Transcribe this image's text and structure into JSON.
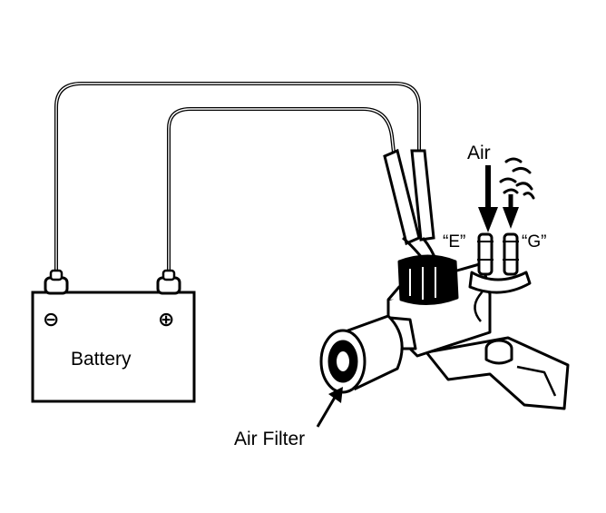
{
  "labels": {
    "battery": "Battery",
    "air_filter": "Air Filter",
    "air": "Air",
    "terminal_e": "“E”",
    "terminal_g": "“G”",
    "negative": "⊖",
    "positive": "⊕"
  },
  "colors": {
    "ink": "#000000",
    "paper": "#ffffff"
  }
}
